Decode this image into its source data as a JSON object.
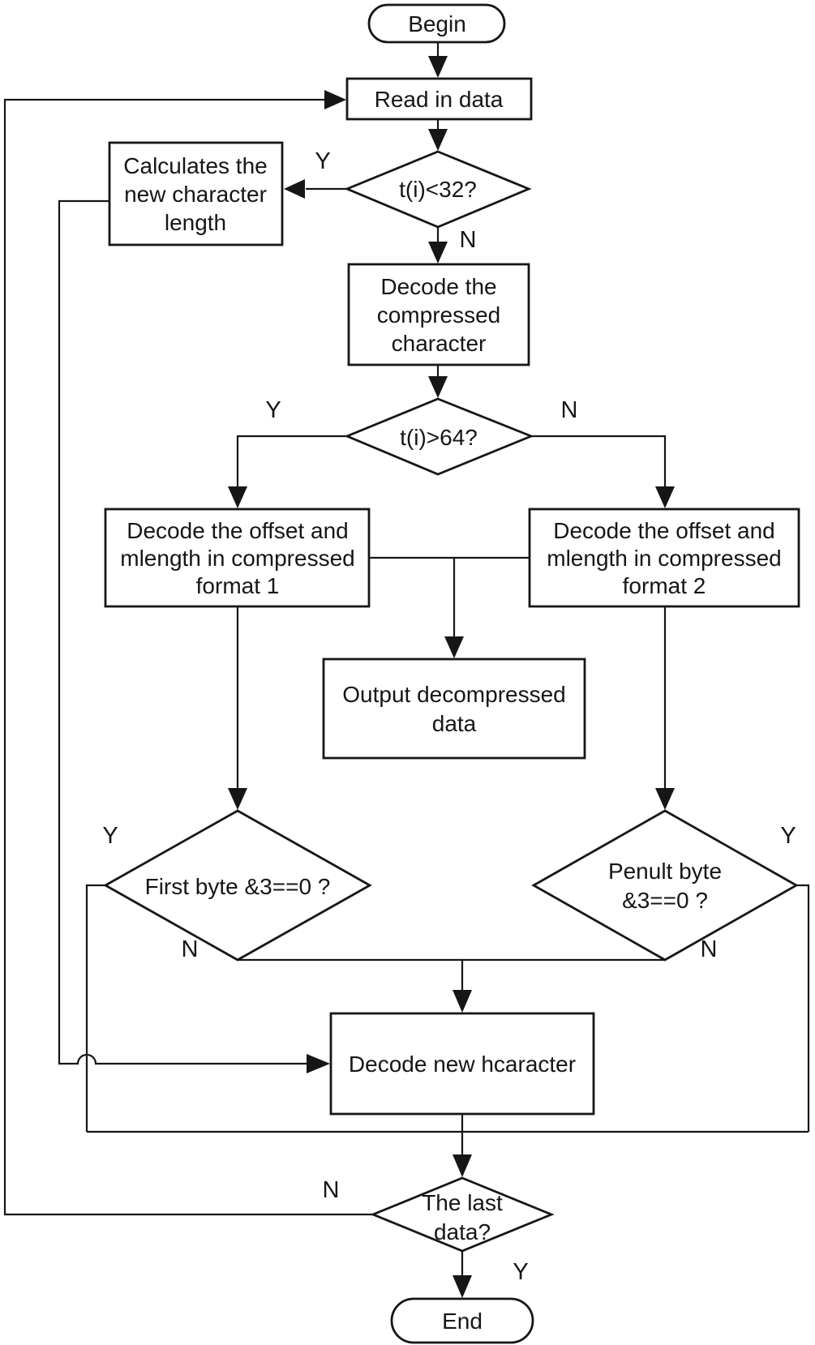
{
  "colors": {
    "background": "#ffffff",
    "stroke": "#161616",
    "node_fill": "#ffffff",
    "text": "#161616"
  },
  "flowchart": {
    "nodes": {
      "begin": {
        "type": "terminator",
        "label": "Begin"
      },
      "read_in_data": {
        "type": "process",
        "label": "Read in data"
      },
      "t_lt_32": {
        "type": "decision",
        "label": "t(i)<32?"
      },
      "calc_length": {
        "type": "process",
        "lines": [
          "Calculates the",
          "new character",
          "length"
        ]
      },
      "decode_compressed_char": {
        "type": "process",
        "lines": [
          "Decode the",
          "compressed",
          "character"
        ]
      },
      "t_gt_64": {
        "type": "decision",
        "label": "t(i)>64?"
      },
      "decode_format1": {
        "type": "process",
        "lines": [
          "Decode the offset and",
          "mlength in compressed",
          "format 1"
        ]
      },
      "decode_format2": {
        "type": "process",
        "lines": [
          "Decode the offset and",
          "mlength in compressed",
          "format 2"
        ]
      },
      "output_data": {
        "type": "process",
        "lines": [
          "Output decompressed",
          "data"
        ]
      },
      "first_byte": {
        "type": "decision",
        "label": "First byte &3==0 ?"
      },
      "penult_byte": {
        "type": "decision",
        "lines": [
          "Penult byte",
          "&3==0 ?"
        ]
      },
      "decode_new_char": {
        "type": "process",
        "label": "Decode new hcaracter"
      },
      "last_data": {
        "type": "decision",
        "lines": [
          "The last",
          "data?"
        ]
      },
      "end": {
        "type": "terminator",
        "label": "End"
      }
    },
    "branches": {
      "t_lt_32": {
        "yes": "Y",
        "no": "N"
      },
      "t_gt_64": {
        "yes": "Y",
        "no": "N"
      },
      "first_byte": {
        "yes": "Y",
        "no": "N"
      },
      "penult_byte": {
        "yes": "Y",
        "no": "N"
      },
      "last_data": {
        "yes": "Y",
        "no": "N"
      }
    }
  }
}
